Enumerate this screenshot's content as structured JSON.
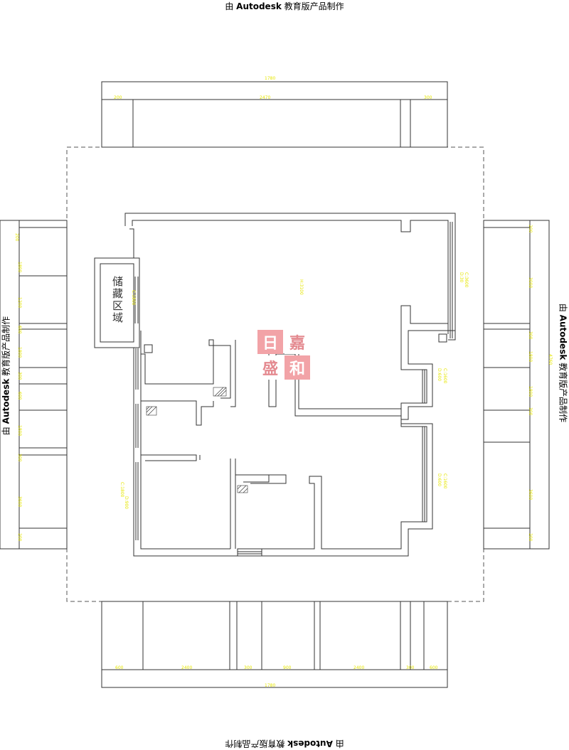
{
  "watermark": {
    "prefix": "由",
    "brand": "Autodesk",
    "suffix": "教育版产品制作"
  },
  "room_label": "储藏区域",
  "logo": {
    "chars": [
      "日",
      "嘉",
      "盛",
      "和"
    ],
    "color": "#f2a3a7"
  },
  "annotations": {
    "main_height": "H:3100",
    "left_window_top": "C:1800",
    "left_window_bottom": "C:1800",
    "left_window_bottom_2": "D:900",
    "right_window_top": "C:3600",
    "right_window_top_2": "D:30",
    "right_window_mid": "C:1600",
    "right_window_mid_2": "D:600",
    "right_window_low": "C:1600",
    "right_window_low_2": "D:600"
  }
}
